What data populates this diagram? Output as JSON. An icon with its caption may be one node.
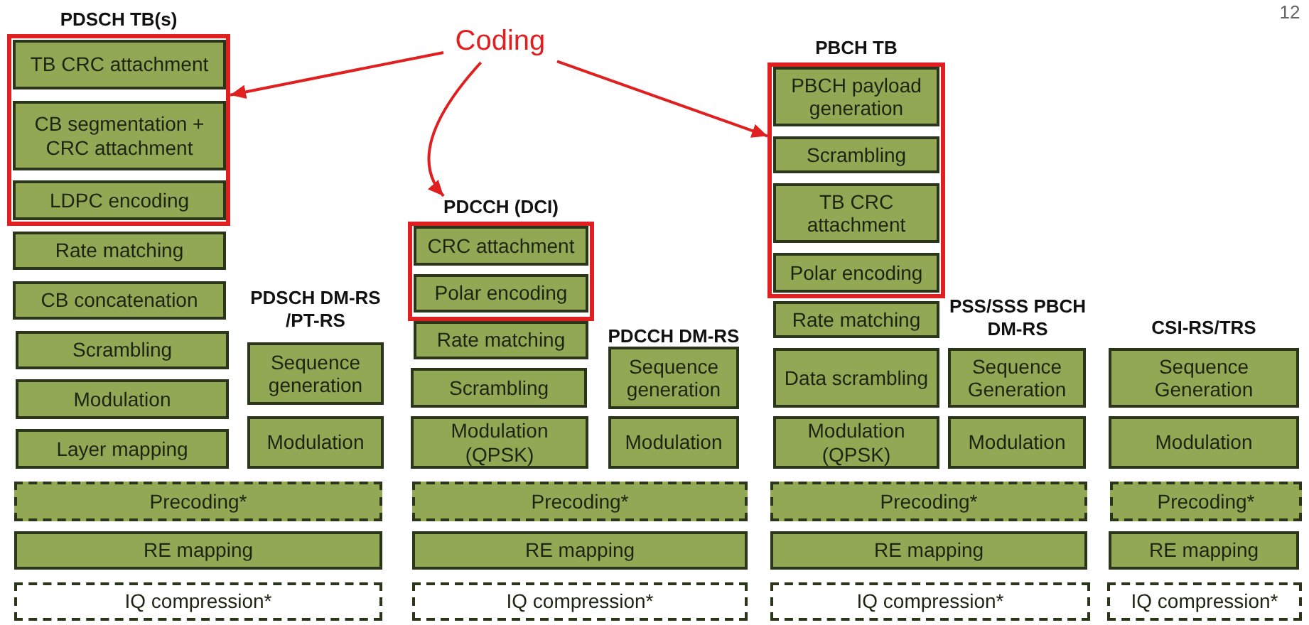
{
  "diagram": {
    "nodes": [
      {
        "text": [
          "PDSCH TB(s)"
        ]
      },
      {
        "text": [
          "TB CRC attachment"
        ],
        "in": 0
      },
      {
        "text": [
          "CB segmentation + CRC attachment"
        ],
        "in": 0
      },
      {
        "text": [
          "LDPC encoding"
        ],
        "in": 0
      },
      {
        "text": [
          "Coding"
        ]
      },
      {
        "text": [
          "PBCH TB"
        ]
      },
      {
        "text": [
          "PBCH payload generation"
        ],
        "in": 5
      },
      {
        "text": [
          "Scrambling"
        ],
        "in": 5
      },
      {
        "text": [
          "TB CRC attachment"
        ],
        "in": 5
      },
      {
        "text": [
          "Polar encoding"
        ],
        "in": 5
      },
      {
        "text": [
          "PDCCH (DCI)"
        ]
      },
      {
        "text": [
          "CRC attachment"
        ],
        "in": 10
      },
      {
        "text": [
          "Polar encoding"
        ],
        "in": 10
      },
      {
        "text": [
          "Rate matching"
        ]
      },
      {
        "text": [
          "CB concatenation"
        ]
      },
      {
        "text": [
          "Scrambling"
        ]
      },
      {
        "text": [
          "Modulation"
        ]
      },
      {
        "text": [
          "Layer mapping"
        ]
      },
      {
        "text": [
          "Sequence generation"
        ]
      },
      {
        "text": [
          "Modulation"
        ]
      },
      {
        "text": [
          "Precoding*"
        ]
      },
      {
        "text": [
          "RE mapping"
        ]
      },
      {
        "text": [
          "IQ compression*"
        ]
      },
      {
        "text": [
          "Rate matching"
        ]
      },
      {
        "text": [
          "Scrambling"
        ]
      },
      {
        "text": [
          "Modulation (QPSK)"
        ]
      },
      {
        "text": [
          "Sequence generation"
        ]
      },
      {
        "text": [
          "Modulation"
        ]
      },
      {
        "text": [
          "Precoding*"
        ]
      },
      {
        "text": [
          "RE mapping"
        ]
      },
      {
        "text": [
          "IQ compression*"
        ]
      },
      {
        "text": [
          "Rate matching"
        ]
      },
      {
        "text": [
          "Data scrambling"
        ]
      },
      {
        "text": [
          "Modulation (QPSK)"
        ]
      },
      {
        "text": [
          "Sequence Generation"
        ]
      },
      {
        "text": [
          "Modulation"
        ]
      },
      {
        "text": [
          "Precoding*"
        ]
      },
      {
        "text": [
          "RE mapping"
        ]
      },
      {
        "text": [
          "IQ compression*"
        ]
      },
      {
        "text": [
          "Sequence Generation"
        ]
      },
      {
        "text": [
          "Modulation"
        ]
      },
      {
        "text": [
          "Precoding*"
        ]
      },
      {
        "text": [
          "RE mapping"
        ]
      },
      {
        "text": [
          "IQ compression*"
        ]
      }
    ],
    "edges": [
      {
        "from": 4,
        "to": 0,
        "arrow": "to"
      },
      {
        "from": 4,
        "to": 10,
        "arrow": "to"
      },
      {
        "from": 4,
        "to": 5,
        "arrow": "to"
      }
    ],
    "labels": [
      "12",
      "PDSCH DM-RS /PT-RS",
      "PDCCH DM-RS",
      "PSS/SSS PBCH DM-RS",
      "CSI-RS/TRS"
    ]
  }
}
